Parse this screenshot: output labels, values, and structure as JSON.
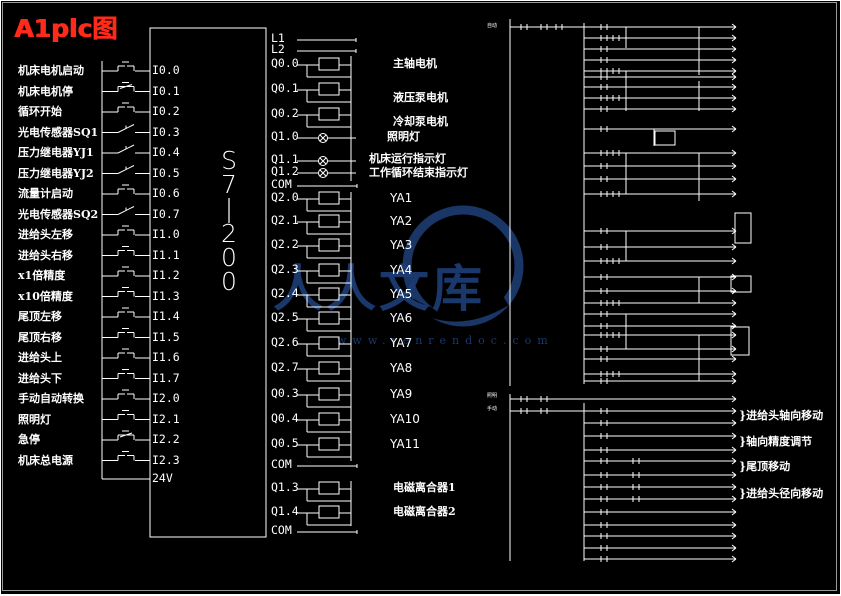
{
  "title": "A1plc图",
  "plc_model": "S7-200",
  "inputs": [
    {
      "label": "机床电机启动",
      "addr": "I0.0",
      "contact": "no"
    },
    {
      "label": "机床电机停",
      "addr": "I0.1",
      "contact": "nc"
    },
    {
      "label": "循环开始",
      "addr": "I0.2",
      "contact": "no"
    },
    {
      "label": "光电传感器SQ1",
      "addr": "I0.3",
      "contact": "sensor"
    },
    {
      "label": "压力继电器YJ1",
      "addr": "I0.4",
      "contact": "sensor"
    },
    {
      "label": "压力继电器YJ2",
      "addr": "I0.5",
      "contact": "sensor"
    },
    {
      "label": "流量计启动",
      "addr": "I0.6",
      "contact": "no"
    },
    {
      "label": "光电传感器SQ2",
      "addr": "I0.7",
      "contact": "sensor"
    },
    {
      "label": "进给头左移",
      "addr": "I1.0",
      "contact": "no"
    },
    {
      "label": "进给头右移",
      "addr": "I1.1",
      "contact": "no"
    },
    {
      "label": "x1倍精度",
      "addr": "I1.2",
      "contact": "no"
    },
    {
      "label": "x10倍精度",
      "addr": "I1.3",
      "contact": "no"
    },
    {
      "label": "尾顶左移",
      "addr": "I1.4",
      "contact": "no"
    },
    {
      "label": "尾顶右移",
      "addr": "I1.5",
      "contact": "no"
    },
    {
      "label": "进给头上",
      "addr": "I1.6",
      "contact": "no"
    },
    {
      "label": "进给头下",
      "addr": "I1.7",
      "contact": "no"
    },
    {
      "label": "手动自动转换",
      "addr": "I2.0",
      "contact": "no"
    },
    {
      "label": "照明灯",
      "addr": "I2.1",
      "contact": "no"
    },
    {
      "label": "急停",
      "addr": "I2.2",
      "contact": "nc"
    },
    {
      "label": "机床总电源",
      "addr": "I2.3",
      "contact": "no"
    }
  ],
  "input_common": "24V",
  "outputs": [
    {
      "addr": "L1",
      "kind": "supply"
    },
    {
      "addr": "L2",
      "kind": "supply"
    },
    {
      "addr": "Q0.0",
      "kind": "coil",
      "load": "主轴电机"
    },
    {
      "addr": "Q0.1",
      "kind": "coil",
      "load": "液压泵电机"
    },
    {
      "addr": "Q0.2",
      "kind": "coil",
      "load": "冷却泵电机"
    },
    {
      "addr": "Q1.0",
      "kind": "lamp",
      "load": "照明灯"
    },
    {
      "addr": "Q1.1",
      "kind": "lamp",
      "load": "机床运行指示灯"
    },
    {
      "addr": "Q1.2",
      "kind": "lamp",
      "load": "工作循环结束指示灯"
    },
    {
      "addr": "COM",
      "kind": "com"
    },
    {
      "addr": "Q2.0",
      "kind": "valve",
      "load": "YA1"
    },
    {
      "addr": "Q2.1",
      "kind": "valve",
      "load": "YA2"
    },
    {
      "addr": "Q2.2",
      "kind": "valve",
      "load": "YA3"
    },
    {
      "addr": "Q2.3",
      "kind": "valve",
      "load": "YA4"
    },
    {
      "addr": "Q2.4",
      "kind": "valve",
      "load": "YA5"
    },
    {
      "addr": "Q2.5",
      "kind": "valve",
      "load": "YA6"
    },
    {
      "addr": "Q2.6",
      "kind": "valve",
      "load": "YA7"
    },
    {
      "addr": "Q2.7",
      "kind": "valve",
      "load": "YA8"
    },
    {
      "addr": "Q0.3",
      "kind": "valve",
      "load": "YA9"
    },
    {
      "addr": "Q0.4",
      "kind": "valve",
      "load": "YA10"
    },
    {
      "addr": "Q0.5",
      "kind": "valve",
      "load": "YA11"
    },
    {
      "addr": "COM",
      "kind": "com"
    },
    {
      "addr": "Q1.3",
      "kind": "coil",
      "load": "电磁离合器1"
    },
    {
      "addr": "Q1.4",
      "kind": "coil",
      "load": "电磁离合器2"
    },
    {
      "addr": "COM",
      "kind": "com"
    }
  ],
  "ladder_functions": [
    "}进给头轴向移动",
    "}轴向精度调节",
    "}尾顶移动",
    "}进给头径向移动"
  ],
  "ladder_section_tags": [
    "自动",
    "照明",
    "手动"
  ],
  "watermark": {
    "text_cn": "人人文库",
    "url": "www.renrendoc.com",
    "color": "#1c3c72"
  }
}
